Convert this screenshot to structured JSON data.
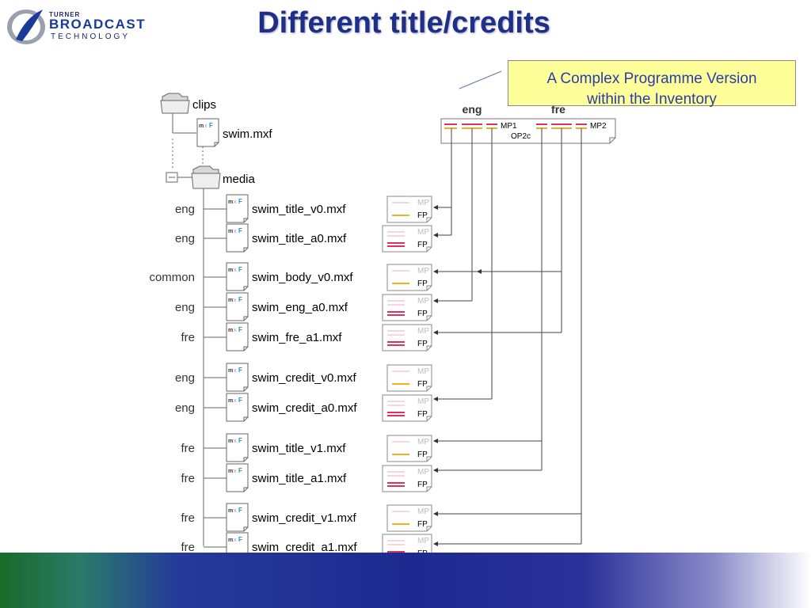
{
  "header": {
    "title": "Different title/credits",
    "logo": {
      "line1": "TURNER",
      "line2": "BROADCAST",
      "line3": "TECHNOLOGY"
    }
  },
  "callout": {
    "line1": "A Complex Programme Version",
    "line2": "within the Inventory"
  },
  "inventory": {
    "header_eng": "eng",
    "header_fre": "fre",
    "mp1": "MP1",
    "op": "OP2c",
    "mp2": "MP2"
  },
  "tree": {
    "clips_folder": "clips",
    "clips_file": "swim.mxf",
    "media_folder": "media",
    "files": [
      {
        "lang": "eng",
        "name": "swim_title_v0.mxf"
      },
      {
        "lang": "eng",
        "name": "swim_title_a0.mxf"
      },
      {
        "lang": "common",
        "name": "swim_body_v0.mxf"
      },
      {
        "lang": "eng",
        "name": "swim_eng_a0.mxf"
      },
      {
        "lang": "fre",
        "name": "swim_fre_a1.mxf"
      },
      {
        "lang": "eng",
        "name": "swim_credit_v0.mxf"
      },
      {
        "lang": "eng",
        "name": "swim_credit_a0.mxf"
      },
      {
        "lang": "fre",
        "name": "swim_title_v1.mxf"
      },
      {
        "lang": "fre",
        "name": "swim_title_a1.mxf"
      },
      {
        "lang": "fre",
        "name": "swim_credit_v1.mxf"
      },
      {
        "lang": "fre",
        "name": "swim_credit_a1.mxf"
      }
    ],
    "mxf_icon_label": "MXF",
    "package_mp": "MP",
    "package_fp": "FP"
  },
  "colors": {
    "title": "#1f2f86",
    "callout_bg": "#ffff99",
    "callout_text": "#2a3caa",
    "video_track": "#f0b020",
    "audio_track": "#e03060"
  }
}
